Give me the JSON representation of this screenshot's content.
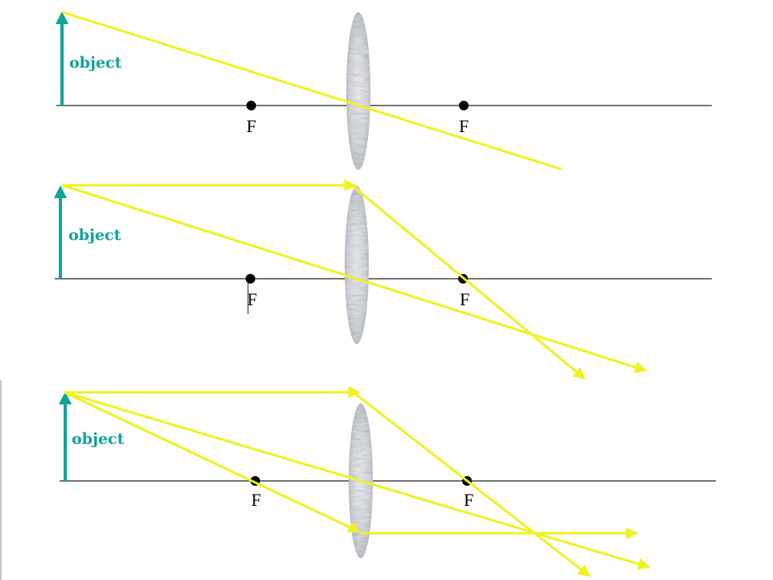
{
  "colors": {
    "ray": "#eef21f",
    "object": "#10a39a",
    "axis": "#222222",
    "lens": "#d9dde2",
    "lens_texture": "#b8bec6",
    "focal_dot": "#000000"
  },
  "diagram_1": {
    "object_label": "object",
    "focal_left_label": "F",
    "focal_right_label": "F"
  },
  "diagram_2": {
    "object_label": "object",
    "focal_left_label": "F",
    "focal_right_label": "F"
  },
  "diagram_3": {
    "object_label": "object",
    "focal_left_label": "F",
    "focal_right_label": "F"
  }
}
